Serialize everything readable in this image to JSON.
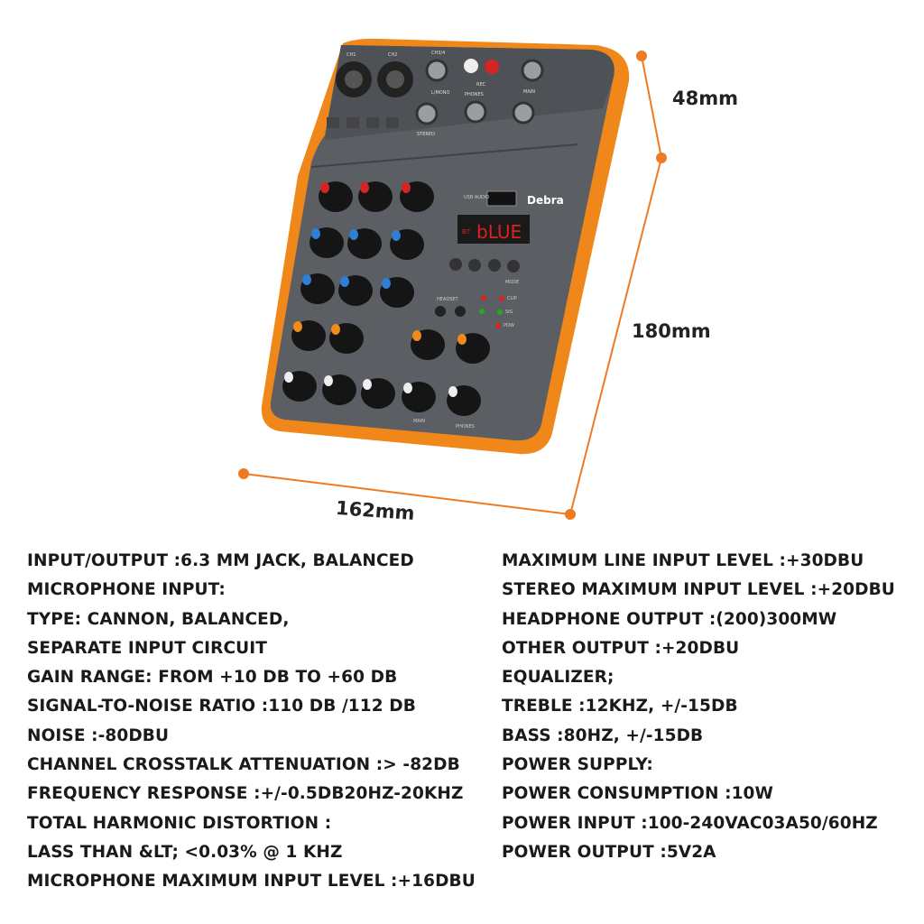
{
  "dimensions": {
    "height": "48mm",
    "depth": "180mm",
    "width": "162mm"
  },
  "device": {
    "brand": "Debra",
    "display_prefix": "BT",
    "display_text": "bLUE",
    "usb_label": "USB AUDIO",
    "channel_labels": [
      "CH1",
      "CH2",
      "CH3/4"
    ],
    "jack_labels": [
      "REC",
      "PHONES",
      "MAIN",
      "L/MONO",
      "STEREO"
    ],
    "button_labels": [
      "MODE"
    ],
    "headset_label": "HEADSET",
    "led_labels": [
      "CLIP",
      "SIG",
      "POW"
    ],
    "bottom_labels": [
      "MAIN",
      "PHONES"
    ],
    "colors": {
      "body": "#5b5f64",
      "trim": "#f0871a",
      "display": "#e0211b"
    }
  },
  "specs_left": [
    "INPUT/OUTPUT :6.3 MM JACK, BALANCED",
    "MICROPHONE INPUT:",
    "TYPE: CANNON, BALANCED,",
    "SEPARATE INPUT CIRCUIT",
    "GAIN RANGE: FROM +10 DB TO +60 DB",
    "SIGNAL-TO-NOISE RATIO :110 DB /112 DB",
    "NOISE :-80DBU",
    "CHANNEL CROSSTALK ATTENUATION :> -82DB",
    "FREQUENCY RESPONSE :+/-0.5DB20HZ-20KHZ",
    "TOTAL HARMONIC DISTORTION :",
    "LASS THAN &LT; <0.03% @ 1 KHZ",
    "MICROPHONE MAXIMUM INPUT LEVEL :+16DBU"
  ],
  "specs_right": [
    "MAXIMUM LINE INPUT LEVEL :+30DBU",
    "STEREO MAXIMUM INPUT LEVEL :+20DBU",
    "HEADPHONE OUTPUT :(200)300MW",
    "OTHER OUTPUT :+20DBU",
    "EQUALIZER;",
    "TREBLE :12KHZ, +/-15DB",
    "BASS :80HZ, +/-15DB",
    "POWER SUPPLY:",
    "POWER CONSUMPTION :10W",
    "POWER INPUT :100-240VAC03A50/60HZ",
    "POWER OUTPUT :5V2A"
  ]
}
